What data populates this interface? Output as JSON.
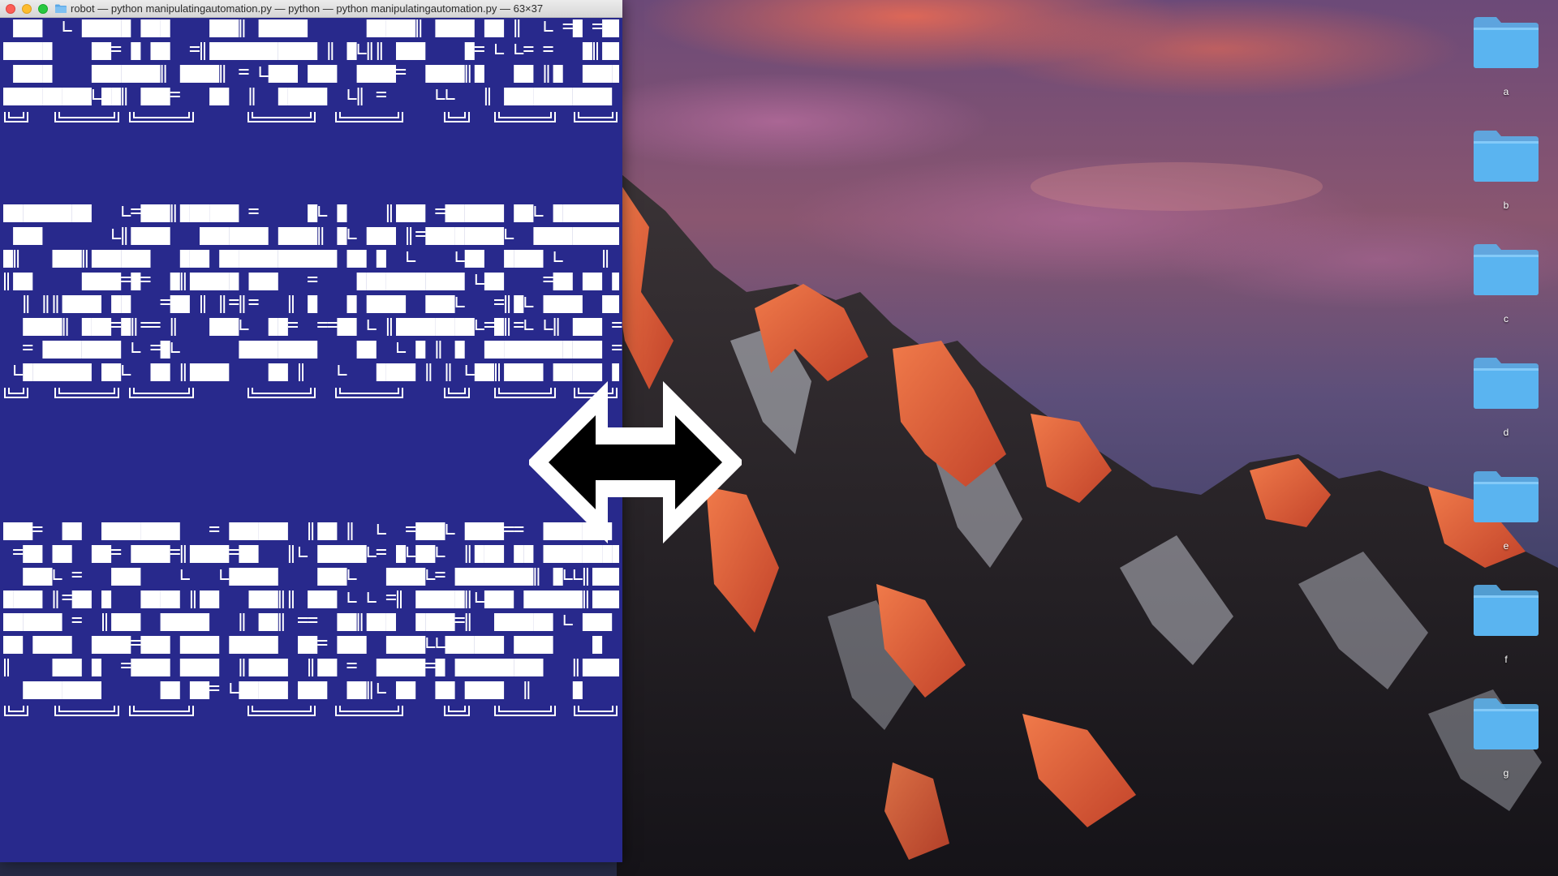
{
  "terminal": {
    "title": "robot — python manipulatingautomation.py — python — python manipulatingautomation.py — 63×37",
    "background_color": "#28298c",
    "foreground_color": "#ffffff"
  },
  "desktop": {
    "icons": [
      {
        "label": "a",
        "icon": "folder-icon"
      },
      {
        "label": "b",
        "icon": "folder-icon"
      },
      {
        "label": "c",
        "icon": "folder-icon"
      },
      {
        "label": "d",
        "icon": "folder-icon"
      },
      {
        "label": "e",
        "icon": "folder-icon"
      },
      {
        "label": "f",
        "icon": "folder-icon"
      },
      {
        "label": "g",
        "icon": "folder-icon"
      }
    ]
  },
  "cursor": {
    "icon": "resize-horizontal-cursor-icon"
  },
  "colors": {
    "folder": "#5ab4f0",
    "traffic_close": "#fc5f57",
    "traffic_minimize": "#fdbc2e",
    "traffic_maximize": "#28c840"
  }
}
